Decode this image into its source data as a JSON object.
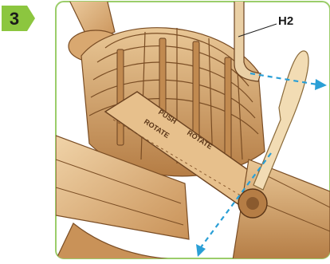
{
  "step": {
    "number": "3"
  },
  "callout": {
    "label": "H2"
  },
  "engraving": {
    "rotate": "ROTATE",
    "push": "PUSH"
  },
  "colors": {
    "badge_green": "#8cc63f",
    "panel_border": "#9bcd6a",
    "wood_light": "#e8c79a",
    "wood_mid": "#cf9f66",
    "wood_dark": "#8a5a2e",
    "arrow_blue": "#2a9fd6"
  },
  "icons": {
    "step_marker": "green-chevron-badge",
    "direction": "dashed-arrow-icon"
  }
}
